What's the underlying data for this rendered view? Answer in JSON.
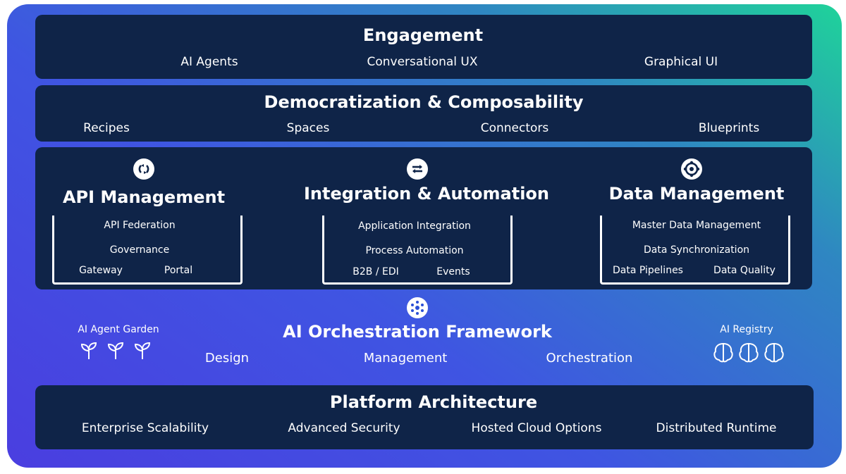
{
  "engagement": {
    "title": "Engagement",
    "items": [
      "AI Agents",
      "Conversational UX",
      "Graphical UI"
    ]
  },
  "democratization": {
    "title": "Democratization & Composability",
    "items": [
      "Recipes",
      "Spaces",
      "Connectors",
      "Blueprints"
    ]
  },
  "api_management": {
    "title": "API Management",
    "items": [
      "API Federation",
      "Governance",
      "Gateway",
      "Portal"
    ]
  },
  "integration": {
    "title": "Integration & Automation",
    "items": [
      "Application Integration",
      "Process Automation",
      "B2B / EDI",
      "Events"
    ]
  },
  "data_management": {
    "title": "Data Management",
    "items": [
      "Master Data Management",
      "Data Synchronization",
      "Data Pipelines",
      "Data Quality"
    ]
  },
  "orchestration": {
    "title": "AI Orchestration Framework",
    "items": [
      "Design",
      "Management",
      "Orchestration"
    ],
    "agent_garden": "AI Agent Garden",
    "registry": "AI Registry"
  },
  "platform": {
    "title": "Platform Architecture",
    "items": [
      "Enterprise Scalability",
      "Advanced Security",
      "Hosted Cloud Options",
      "Distributed Runtime"
    ]
  },
  "colors": {
    "panel": "#0f2448",
    "gradient_start": "#4a3ee0",
    "gradient_end": "#1fd39a",
    "text": "#ffffff"
  },
  "icons": {
    "api": "cycle-arrows-icon",
    "integration": "swap-arrows-icon",
    "data": "gear-icon",
    "orchestration": "network-nodes-icon",
    "garden": "sprout-icon",
    "registry": "brain-icon"
  }
}
